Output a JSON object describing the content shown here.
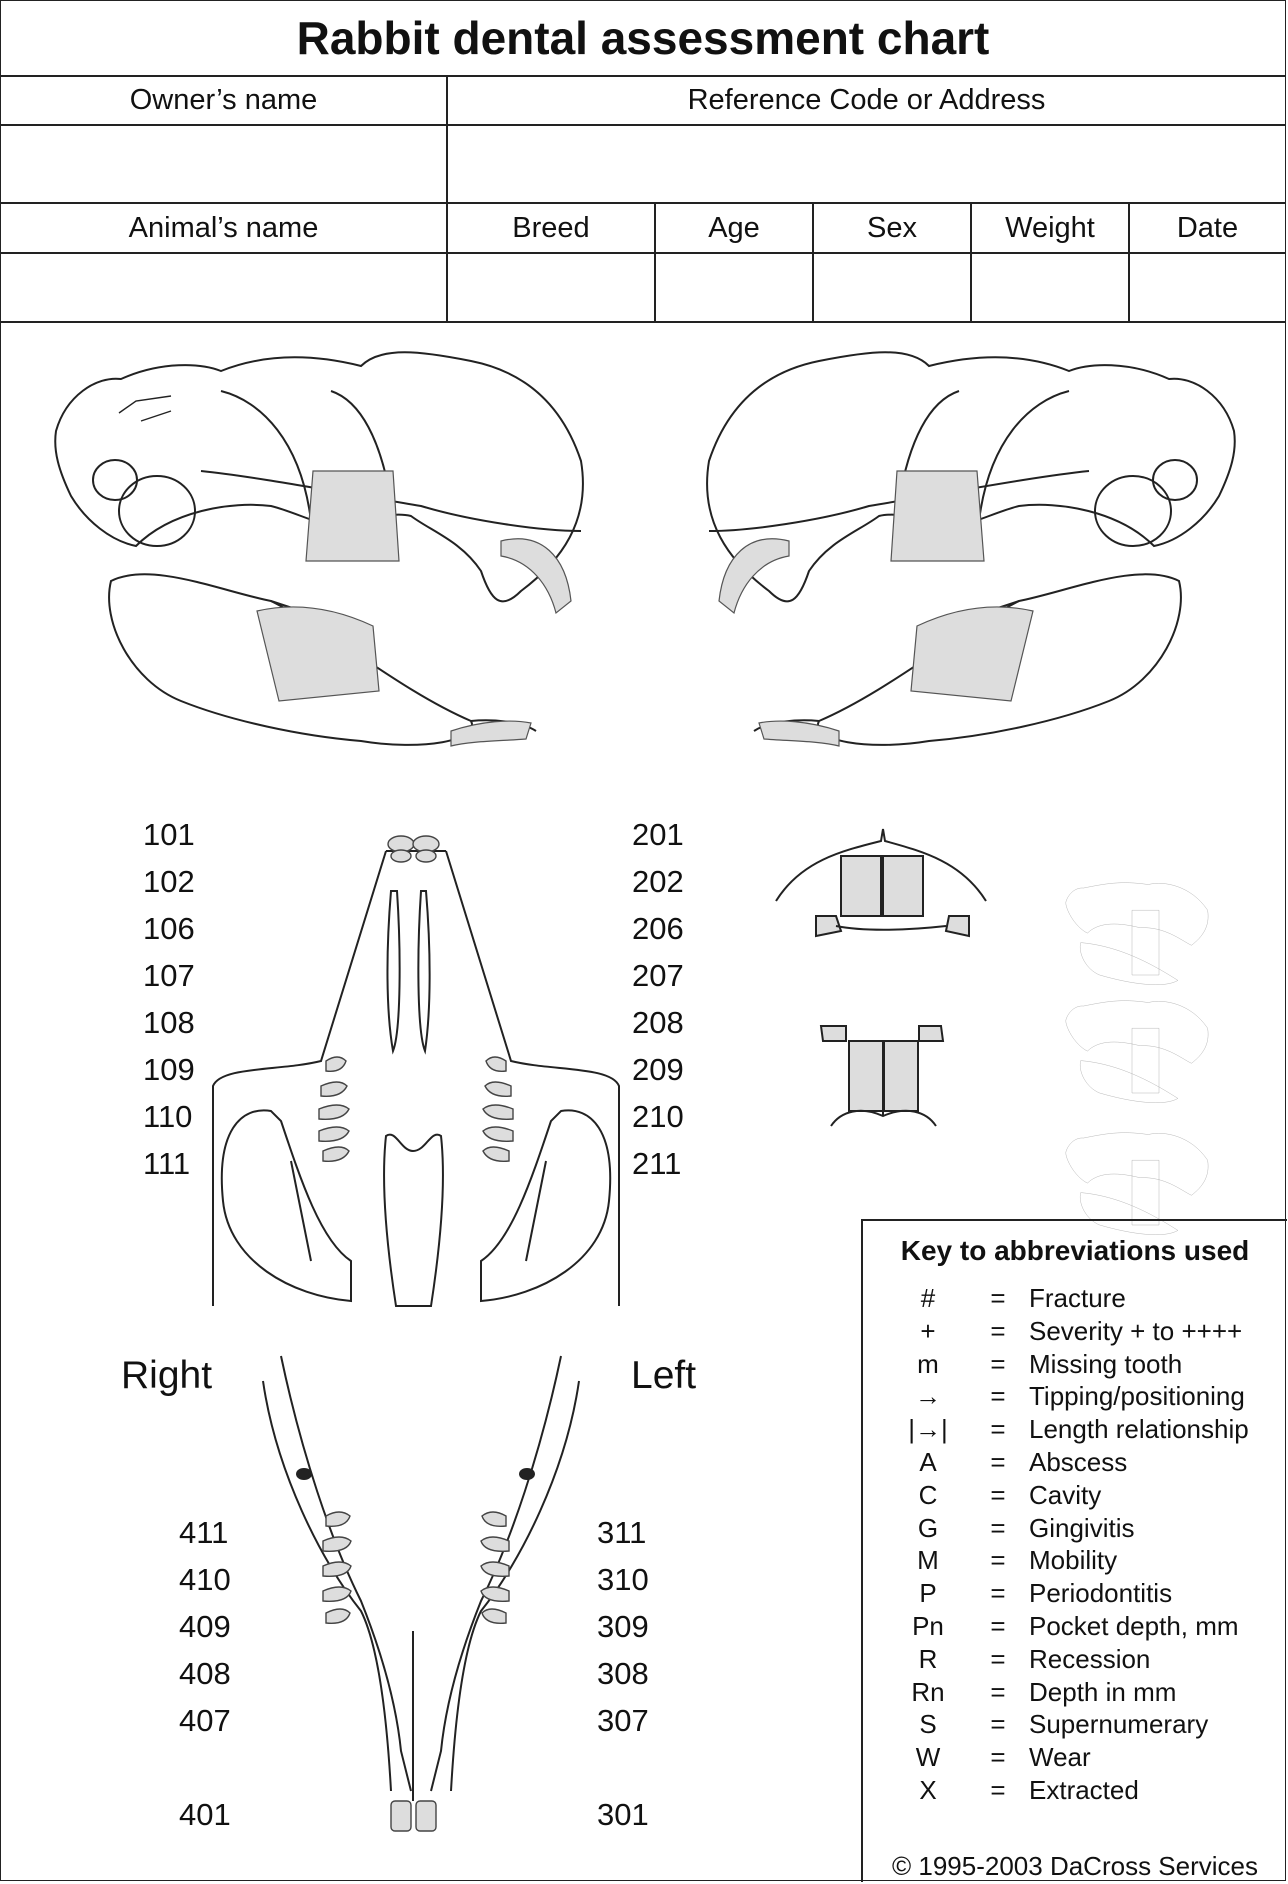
{
  "title": "Rabbit dental assessment chart",
  "header": {
    "owner_label": "Owner’s name",
    "ref_label": "Reference Code or Address",
    "animal_label": "Animal’s name",
    "breed_label": "Breed",
    "age_label": "Age",
    "sex_label": "Sex",
    "weight_label": "Weight",
    "date_label": "Date"
  },
  "upper_right": [
    "101",
    "102",
    "106",
    "107",
    "108",
    "109",
    "110",
    "111"
  ],
  "upper_left": [
    "201",
    "202",
    "206",
    "207",
    "208",
    "209",
    "210",
    "211"
  ],
  "sides": {
    "right": "Right",
    "left": "Left"
  },
  "lower_right": [
    "411",
    "410",
    "409",
    "408",
    "407",
    "401"
  ],
  "lower_left": [
    "311",
    "310",
    "309",
    "308",
    "307",
    "301"
  ],
  "key": {
    "title": "Key to abbreviations used",
    "rows": [
      {
        "sym": "#",
        "eq": "=",
        "meaning": "Fracture"
      },
      {
        "sym": "+",
        "eq": "=",
        "meaning": "Severity + to ++++"
      },
      {
        "sym": "m",
        "eq": "=",
        "meaning": "Missing tooth"
      },
      {
        "sym": "→",
        "eq": "=",
        "meaning": "Tipping/positioning"
      },
      {
        "sym": "|→|",
        "eq": "=",
        "meaning": "Length relationship"
      },
      {
        "sym": "A",
        "eq": "=",
        "meaning": "Abscess"
      },
      {
        "sym": "C",
        "eq": "=",
        "meaning": "Cavity"
      },
      {
        "sym": "G",
        "eq": "=",
        "meaning": "Gingivitis"
      },
      {
        "sym": "M",
        "eq": "=",
        "meaning": "Mobility"
      },
      {
        "sym": "P",
        "eq": "=",
        "meaning": "Periodontitis"
      },
      {
        "sym": "Pn",
        "eq": "=",
        "meaning": "Pocket depth, mm"
      },
      {
        "sym": "R",
        "eq": "=",
        "meaning": "Recession"
      },
      {
        "sym": "Rn",
        "eq": "=",
        "meaning": "Depth in mm"
      },
      {
        "sym": "S",
        "eq": "=",
        "meaning": "Supernumerary"
      },
      {
        "sym": "W",
        "eq": "=",
        "meaning": "Wear"
      },
      {
        "sym": "X",
        "eq": "=",
        "meaning": "Extracted"
      }
    ],
    "copyright": "© 1995-2003 DaCross Services"
  }
}
